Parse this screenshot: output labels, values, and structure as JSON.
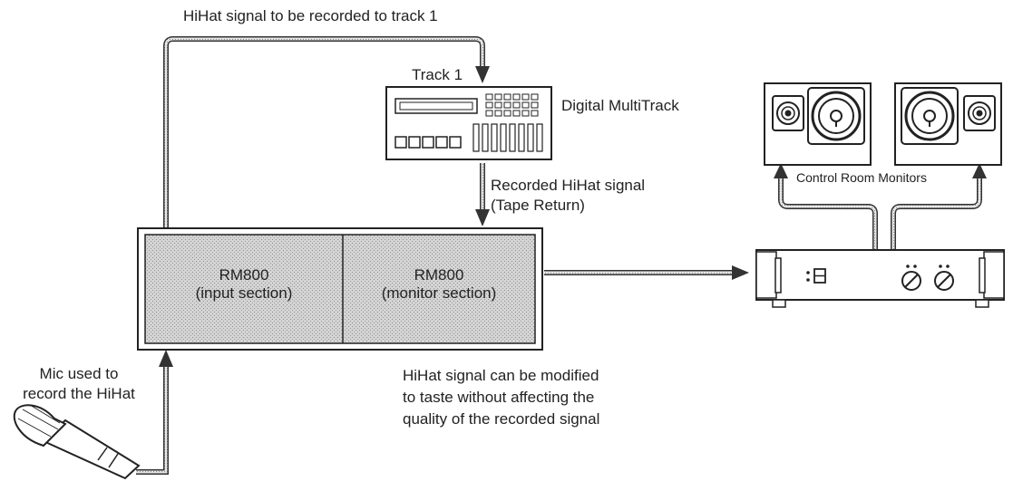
{
  "labels": {
    "top_signal": "HiHat signal to be recorded to track 1",
    "track": "Track 1",
    "multitrack": "Digital MultiTrack",
    "recorded_signal_line1": "Recorded HiHat signal",
    "recorded_signal_line2": "(Tape Return)",
    "monitors": "Control Room Monitors",
    "mic_line1": "Mic used to",
    "mic_line2": "record the HiHat",
    "modify_line1": "HiHat signal can be modified",
    "modify_line2": "to taste without affecting the",
    "modify_line3": "quality of the recorded signal"
  },
  "rm800": {
    "input": {
      "name": "RM800",
      "desc": "(input section)"
    },
    "monitor": {
      "name": "RM800",
      "desc": "(monitor section)"
    }
  },
  "colors": {
    "ink": "#222222",
    "section_fill": "#c9c9c9",
    "signal_line": "#8a8a8a"
  }
}
